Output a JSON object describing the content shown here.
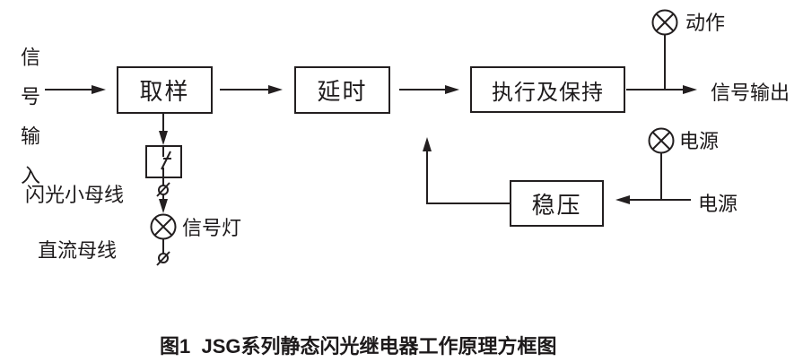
{
  "diagram": {
    "caption": "图1  JSG系列静态闪光继电器工作原理方框图",
    "input_label": "信号输入",
    "boxes": {
      "sampling": "取样",
      "delay": "延时",
      "execute_hold": "执行及保持",
      "regulator": "稳压"
    },
    "labels": {
      "action": "动作",
      "signal_output": "信号输出",
      "power_lamp": "电源",
      "power_source": "电源",
      "flash_bus": "闪光小母线",
      "signal_lamp": "信号灯",
      "dc_bus": "直流母线"
    },
    "icons": {
      "action_lamp": "indicator-lamp-circle-x",
      "power_lamp": "indicator-lamp-circle-x",
      "signal_lamp": "indicator-lamp-circle-x",
      "switch_contact": "normally-open-contact-in-box",
      "terminal_link_top": "removable-link-terminal",
      "terminal_link_bottom": "removable-link-terminal"
    },
    "colors": {
      "line": "#231f20",
      "text": "#1d1a1b",
      "background": "#ffffff"
    }
  }
}
